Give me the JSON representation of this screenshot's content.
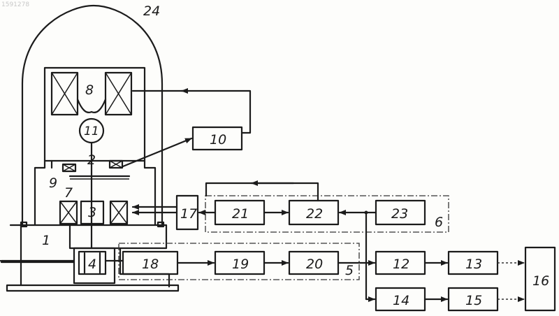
{
  "faint_header": "1591278",
  "labels": {
    "l1": "1",
    "l2": "2",
    "l3": "3",
    "l4": "4",
    "l5": "5",
    "l6": "6",
    "l7": "7",
    "l8": "8",
    "l9": "9",
    "l10": "10",
    "l11": "11",
    "l12": "12",
    "l13": "13",
    "l14": "14",
    "l15": "15",
    "l16": "16",
    "l17": "17",
    "l18": "18",
    "l19": "19",
    "l20": "20",
    "l21": "21",
    "l22": "22",
    "l23": "23",
    "l24": "24"
  }
}
